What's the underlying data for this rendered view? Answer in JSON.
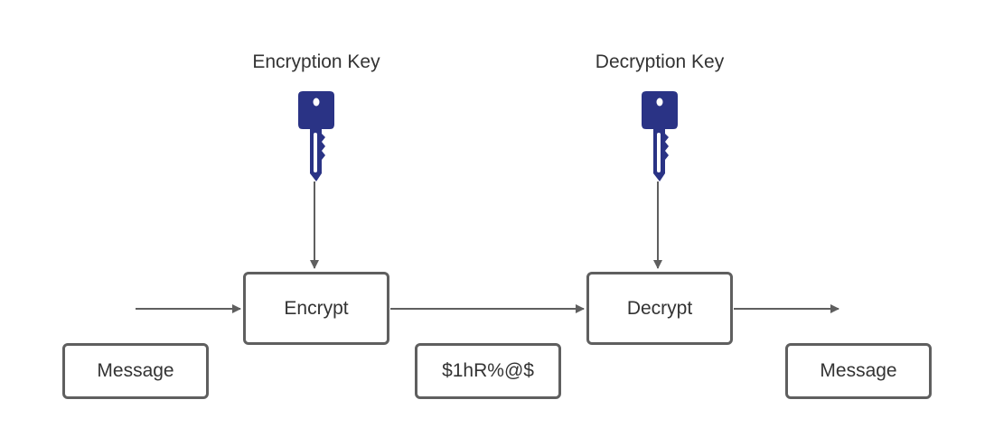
{
  "keys": {
    "encryption": {
      "label": "Encryption Key",
      "icon": "key-icon",
      "color": "#2a3385"
    },
    "decryption": {
      "label": "Decryption Key",
      "icon": "key-icon",
      "color": "#2a3385"
    }
  },
  "processes": {
    "encrypt": {
      "label": "Encrypt"
    },
    "decrypt": {
      "label": "Decrypt"
    }
  },
  "data_items": {
    "plaintext_in": {
      "label": "Message"
    },
    "ciphertext": {
      "label": "$1hR%@$"
    },
    "plaintext_out": {
      "label": "Message"
    }
  },
  "colors": {
    "stroke": "#5f5f5f",
    "text": "#333333",
    "key": "#2a3385"
  }
}
